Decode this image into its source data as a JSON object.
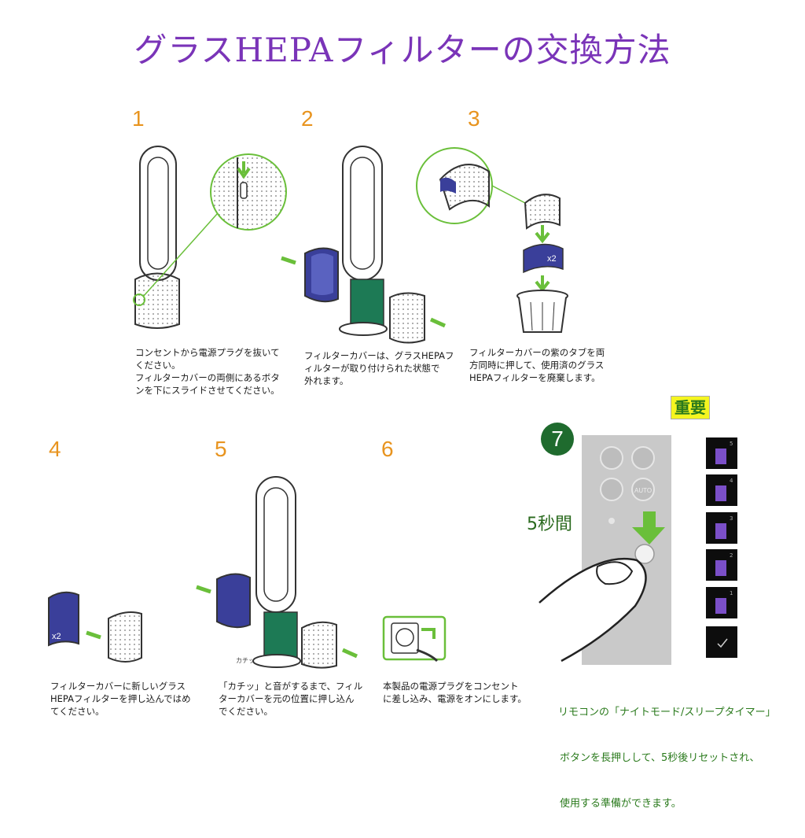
{
  "title": "グラスHEPAフィルターの交換方法",
  "steps": [
    {
      "num": "1",
      "caption": "コンセントから電源プラグを抜いて\nください。\nフィルターカバーの両側にあるボタ\nンを下にスライドさせてください。"
    },
    {
      "num": "2",
      "caption": "フィルターカバーは、グラスHEPAフ\nィルターが取り付けられた状態で\n外れます。"
    },
    {
      "num": "3",
      "caption": "フィルターカバーの紫のタブを両\n方同時に押して、使用済のグラス\nHEPAフィルターを廃棄します。"
    },
    {
      "num": "4",
      "caption": "フィルターカバーに新しいグラス\nHEPAフィルターを押し込んではめ\nてください。"
    },
    {
      "num": "5",
      "caption": "「カチッ」と音がするまで、フィル\nターカバーを元の位置に押し込ん\nでください。"
    },
    {
      "num": "6",
      "caption": "本製品の電源プラグをコンセント\nに差し込み、電源をオンにします。"
    }
  ],
  "important_label": "重要",
  "step7_num": "7",
  "seconds_label": "5秒間",
  "reset_lines": [
    "リモコンの「ナイトモード/スリープタイマー」",
    "ボタンを長押しして、5秒後リセットされ、",
    "使用する準備ができます。"
  ],
  "illustration_labels": {
    "x2": "x2",
    "click": "カチッ",
    "auto": "AUTO"
  },
  "display_steps": [
    "5",
    "4",
    "3",
    "2",
    "1"
  ],
  "colors": {
    "title": "#7a34b8",
    "step_number": "#e8941f",
    "green_accent": "#6abf3a",
    "filter_cover": "#3a3f9a",
    "filter_body": "#1d7a55",
    "reset_text": "#2a7a1c"
  }
}
